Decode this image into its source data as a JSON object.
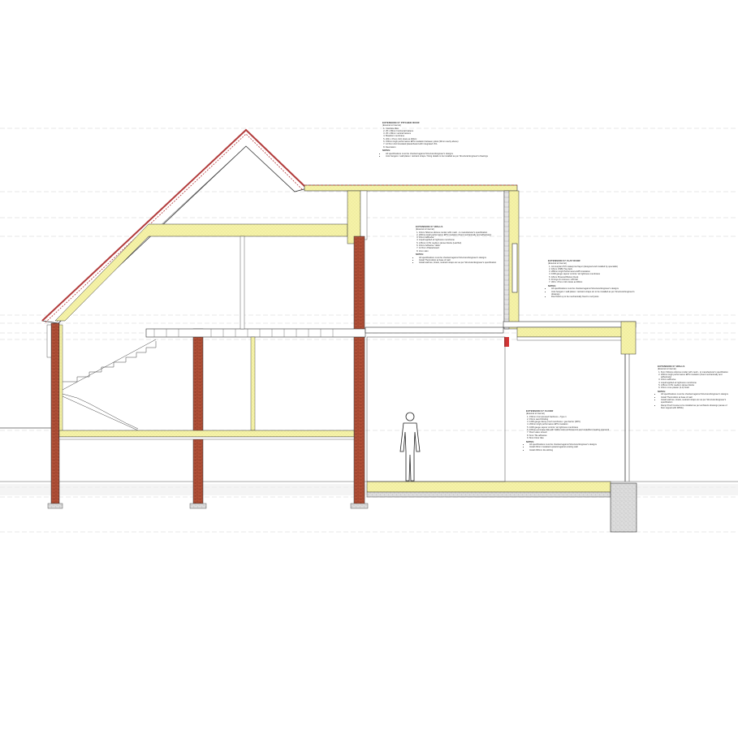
{
  "notes": {
    "pitched_roof": {
      "title": "EXTENSION 07 PITCHED ROOF",
      "subtitle": "(External to Internal)",
      "items": [
        "Concrete tiles",
        "25 x 38mm horizontal battens",
        "25 x 38mm vertical battens",
        "Breather membrane",
        "200 x 47mm C24 Joists at 400c/c",
        "150mm High performance EPS insulation between joists (30mm cavity above)",
        "12.5mm Foil insulated plasterboard with integrated VCL",
        "Decoration"
      ],
      "notes_title": "NOTES:",
      "notes": [
        "All specifications must be checked against Structural Engineer's designs",
        "Joist hangers / wall plates / restraint straps / fixing details to be installed as per Structural Engineer's drawings"
      ]
    },
    "walls_upper": {
      "title": "EXTENSION 07 WALLS",
      "subtitle": "(External to Internal)",
      "items": [
        "10mm Silicone silicone render with mesh - to manufacturer's specification",
        "200mm High performance EPS insulation (fixed mechanically and adhesively)",
        "10mm adhesive",
        "Liquid applied air tightness membrane",
        "215mm C7/H medium dense blocks (Lait/Sol)",
        "10mm Adhesive \"dabs\"",
        "12.5mm Plasterboard",
        "3mm skim"
      ],
      "notes_title": "NOTES:",
      "notes": [
        "All specifications must be checked against Structural Engineer's designs",
        "Install Thermobloc at base of wall",
        "Install wall ties, lintels, restraint straps etc as per Structural Engineer's specification"
      ]
    },
    "flat_roof": {
      "title": "EXTENSION 07 FLAT ROOF",
      "subtitle": "(External to Internal)",
      "items": [
        "Armourplan PVC waterproof layer (designed and installed by specialist)",
        "18mm OSB3 Top deck",
        "280mm High Performance EPS insulation",
        "1000 gauge vapour control / air tightness membrane",
        "18mm Plywood Bottom Deck",
        "Firrings at minimum 1:80 fall",
        "300 x 47mm C24 Joists at 400c/c"
      ],
      "notes_title": "NOTES:",
      "notes": [
        "All specifications must be checked against Structural Engineer's designs",
        "Joist hangers / wall plates / restraint straps etc to be installed as per Structural Engineer's drawings",
        "Roof build up to be mechanically fixed to roof joists"
      ]
    },
    "walls_right": {
      "title": "EXTENSION 07 WALLS",
      "subtitle": "(External to Internal)",
      "items": [
        "6mm Silicone silicone render with mesh - to manufacturer's specification",
        "200mm High performance EPS insulation (fixed mechanically and adhesively)",
        "10mm adhesive",
        "Liquid applied air tightness membrane",
        "215mm C7/H medium dense blocks",
        "15mm Lime plaster (2-3) finish"
      ],
      "notes_title": "NOTES:",
      "notes": [
        "All specifications must be checked against Structural Engineer's designs",
        "Install Thermobloc at base of wall",
        "Install wall ties, lintels, restraint straps etc as per Structural Engineer's specification",
        "Damp Proof Course to be installed as per architects drawings (areas of floor topped with DPMs)"
      ]
    },
    "floor": {
      "title": "EXTENSION 07 FLOOR",
      "subtitle": "(External to Internal)",
      "items": [
        "150mm Compressed hardcore + Type 1",
        "15mm sand blinding",
        "1200 gauge damp proof membrane / gas barrier (DPC)",
        "200mm High performance EPS insulation",
        "1000 gauge vapour control / air tightness membrane",
        "150mm concrete slab with A393 mesh reinforcement and underfloor heating pipework",
        "Floor Latex screed",
        "6mm Tile adhesive",
        "8mm Floor tiles"
      ],
      "notes_title": "NOTES:",
      "notes": [
        "All specifications must be checked against Structural Engineer's designs",
        "Install 20mm insulated upstand against existing wall",
        "Install 200mm tile skirting"
      ]
    }
  },
  "materials": {
    "insulation": "#f5f2a8",
    "insulation_dots": "#c9c46a",
    "brick": "#b5533a",
    "brick_joint": "#7a2f1e",
    "roof_tile": "#b23b3b",
    "concrete": "#dcdcdc",
    "line": "#3a3a3a",
    "datum": "#c8c8c8"
  },
  "icons": {
    "person": "human-figure-icon"
  }
}
